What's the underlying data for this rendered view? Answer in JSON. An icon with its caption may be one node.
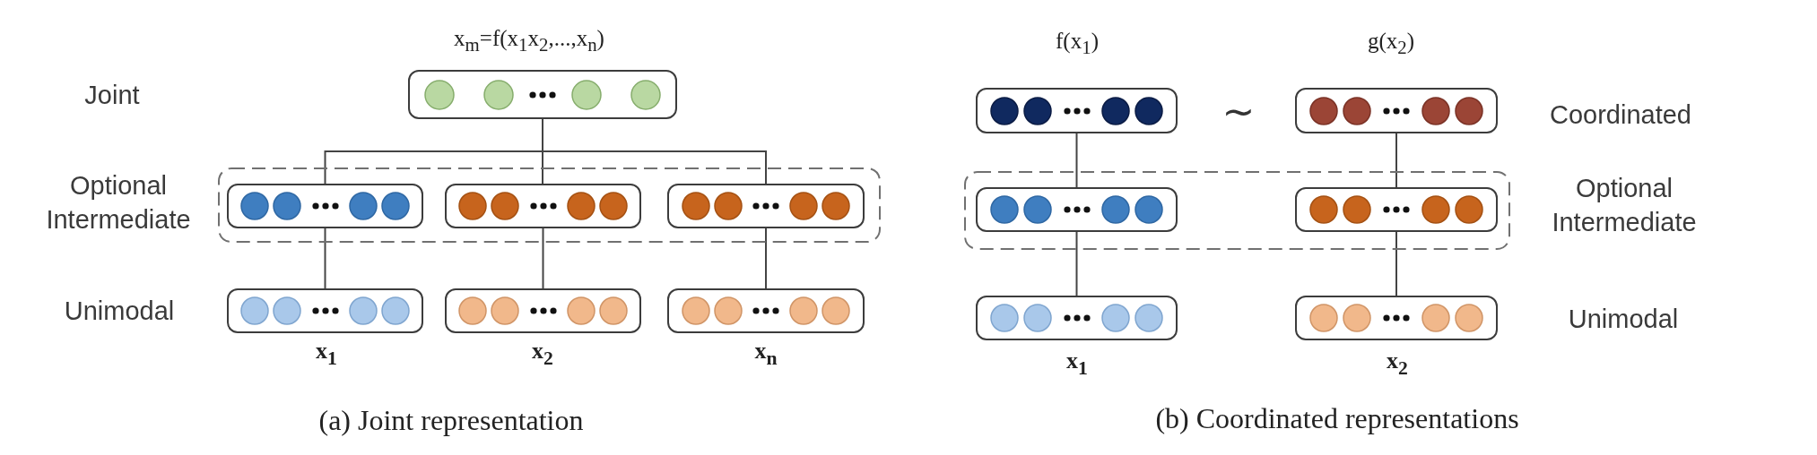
{
  "diagram": {
    "nodes": [
      {
        "text": [],
        "shape": "box",
        "beside": [
          "x$_{m}$=f(x$_{1}$x$_{2}$,...,x$_{n}$)"
        ]
      },
      {
        "text": [],
        "shape": "box"
      },
      {
        "text": [],
        "shape": "box",
        "in": 1
      },
      {
        "text": [],
        "shape": "box",
        "in": 1
      },
      {
        "text": [],
        "shape": "box",
        "in": 1
      },
      {
        "text": [],
        "shape": "box",
        "beside": [
          "x$_{1}$"
        ]
      },
      {
        "text": [],
        "shape": "box",
        "beside": [
          "x$_{2}$"
        ]
      },
      {
        "text": [],
        "shape": "box",
        "beside": [
          "x$_{n}$"
        ]
      },
      {
        "text": [],
        "shape": "box",
        "beside": [
          "f(x$_{1}$)"
        ]
      },
      {
        "text": [],
        "shape": "box",
        "beside": [
          "g(x$_{2}$)"
        ]
      },
      {
        "text": [],
        "shape": "box"
      },
      {
        "text": [],
        "shape": "box",
        "in": 10
      },
      {
        "text": [],
        "shape": "box",
        "in": 10
      },
      {
        "text": [],
        "shape": "box",
        "beside": [
          "x$_{1}$"
        ]
      },
      {
        "text": [],
        "shape": "box",
        "beside": [
          "x$_{2}$"
        ]
      }
    ],
    "edges": [
      {
        "from": 0,
        "to": 2,
        "arrow": "none"
      },
      {
        "from": 0,
        "to": 3,
        "arrow": "none"
      },
      {
        "from": 0,
        "to": 4,
        "arrow": "none"
      },
      {
        "from": 2,
        "to": 5,
        "arrow": "none"
      },
      {
        "from": 3,
        "to": 6,
        "arrow": "none"
      },
      {
        "from": 4,
        "to": 7,
        "arrow": "none"
      },
      {
        "from": 8,
        "to": 11,
        "arrow": "none"
      },
      {
        "from": 9,
        "to": 12,
        "arrow": "none"
      },
      {
        "from": 11,
        "to": 13,
        "arrow": "none"
      },
      {
        "from": 12,
        "to": 14,
        "arrow": "none"
      }
    ],
    "labels": [
      "Joint",
      "Optional Intermediate",
      "Unimodal",
      "(a) Joint representation",
      "~",
      "Coordinated",
      "Optional Intermediate",
      "Unimodal",
      "(b) Coordinated representations"
    ]
  }
}
